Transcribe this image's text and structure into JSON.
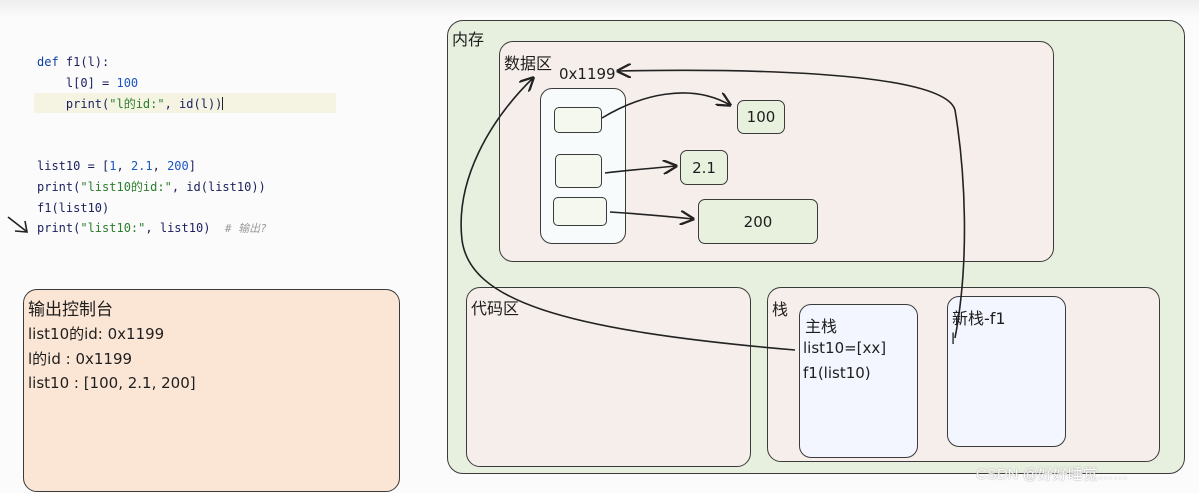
{
  "code": {
    "lines": [
      {
        "parts": [
          {
            "t": "def ",
            "c": "kw"
          },
          {
            "t": "f1(l):",
            "c": ""
          }
        ]
      },
      {
        "parts": [
          {
            "t": "    l[0] = ",
            "c": ""
          },
          {
            "t": "100",
            "c": "num"
          }
        ]
      },
      {
        "parts": [
          {
            "t": "    print(",
            "c": ""
          },
          {
            "t": "\"l的id:\"",
            "c": "str"
          },
          {
            "t": ", id(l))",
            "c": ""
          }
        ]
      },
      {
        "parts": []
      },
      {
        "parts": []
      },
      {
        "parts": [
          {
            "t": "list10 = [",
            "c": ""
          },
          {
            "t": "1",
            "c": "num"
          },
          {
            "t": ", ",
            "c": ""
          },
          {
            "t": "2.1",
            "c": "num"
          },
          {
            "t": ", ",
            "c": ""
          },
          {
            "t": "200",
            "c": "num"
          },
          {
            "t": "]",
            "c": ""
          }
        ]
      },
      {
        "parts": [
          {
            "t": "print(",
            "c": ""
          },
          {
            "t": "\"list10的id:\"",
            "c": "str"
          },
          {
            "t": ", id(list10))",
            "c": ""
          }
        ]
      },
      {
        "parts": [
          {
            "t": "f1(list10)",
            "c": ""
          }
        ]
      },
      {
        "parts": [
          {
            "t": "print(",
            "c": ""
          },
          {
            "t": "\"list10:\"",
            "c": "str"
          },
          {
            "t": ", list10)  ",
            "c": ""
          },
          {
            "t": "# 输出?",
            "c": "cmt"
          }
        ]
      }
    ]
  },
  "console": {
    "title": "输出控制台",
    "lines": [
      "list10的id: 0x1199",
      "l的id : 0x1199",
      "list10 : [100, 2.1, 200]"
    ]
  },
  "memory": {
    "label": "内存",
    "data_area": {
      "label": "数据区",
      "address": "0x1199",
      "values": [
        "100",
        "2.1",
        "200"
      ]
    },
    "code_area": {
      "label": "代码区"
    },
    "stack": {
      "label": "栈",
      "main": {
        "title": "主栈",
        "lines": [
          "list10=[xx]",
          "f1(list10)"
        ]
      },
      "new": {
        "title": "新栈-f1",
        "lines": [
          "l"
        ]
      }
    }
  },
  "watermark": "CSDN @好好睡觉……"
}
